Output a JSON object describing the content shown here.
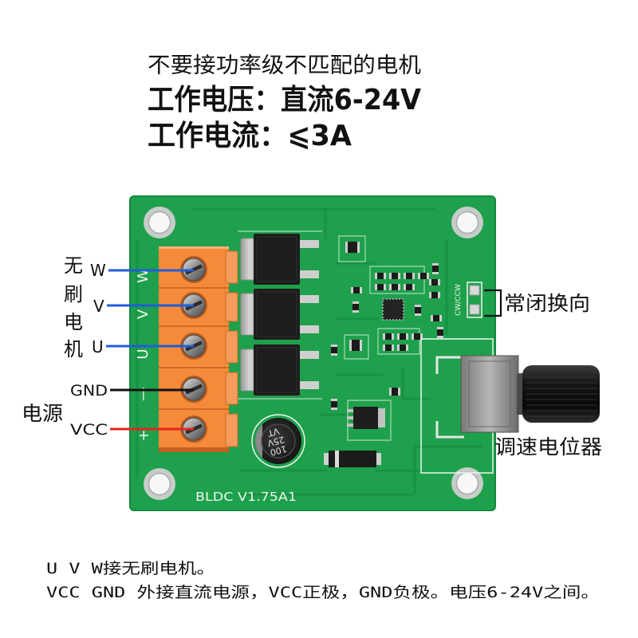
{
  "header": {
    "warning": "不要接功率级不匹配的电机",
    "voltage": "工作电压：直流6-24V",
    "current": "工作电流：⩽3A"
  },
  "labels": {
    "motor_chars": [
      "无",
      "刷",
      "电",
      "机"
    ],
    "phase_w": "W",
    "phase_v": "V",
    "phase_u": "U",
    "gnd": "GND",
    "vcc": "VCC",
    "power_supply": "电源",
    "jumper": "常闭换向",
    "potentiometer": "调速电位器"
  },
  "board": {
    "model": "BLDC V1.75A1",
    "terminal_marks": [
      "W",
      "V",
      "U",
      "—",
      "+"
    ],
    "jumper_mark": "CW/CCW",
    "capacitor_marks": [
      "100",
      "25V",
      "VT"
    ]
  },
  "footer": {
    "wiring_note": "U V W接无刷电机。",
    "power_note": "VCC GND 外接直流电源，VCC正极，GND负极。电压6-24V之间。"
  },
  "colors": {
    "pcb": "#1fa04c",
    "terminal_block": "#f58a3a",
    "phase_line": "#1f5ed8",
    "gnd_line": "#111111",
    "vcc_line": "#e3261c"
  }
}
